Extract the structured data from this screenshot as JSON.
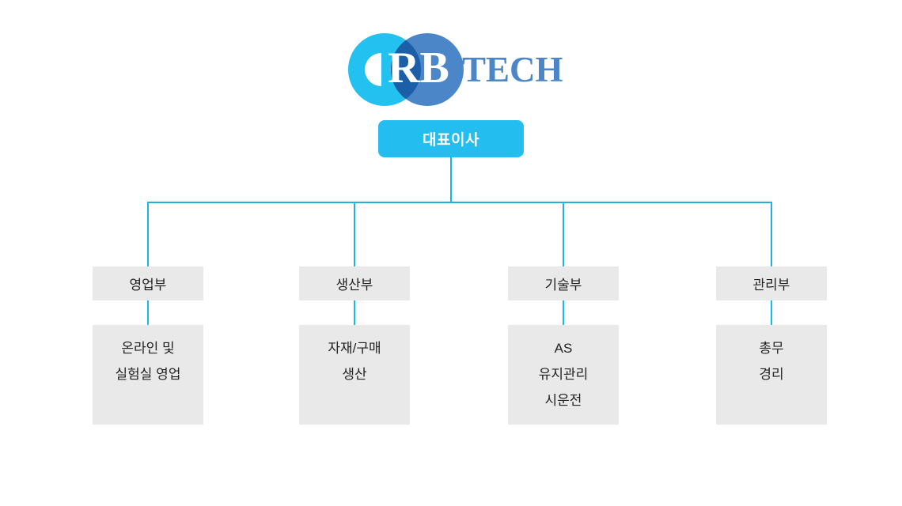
{
  "company": {
    "logo": {
      "mark_name": "rbtech-circles-logo",
      "text_primary": "RB",
      "text_secondary": "TECH",
      "colors": {
        "circle_left": "#22c1ef",
        "circle_right": "#4a86c8",
        "circle_overlap": "#1b5fa8",
        "wordmark_primary": "#ffffff",
        "wordmark_secondary": "#4a86c8"
      }
    }
  },
  "chart_data": {
    "type": "diagram",
    "title": "RBTECH Organization Chart",
    "colors": {
      "connector": "#14b4e6",
      "root_box": "#24bdf0",
      "root_text": "#ffffff",
      "node_box": "#e9e9e9",
      "node_text": "#222222"
    },
    "root": {
      "label": "대표이사"
    },
    "departments": [
      {
        "id": "sales",
        "label": "영업부",
        "items": [
          "온라인 및",
          "실험실 영업"
        ]
      },
      {
        "id": "production",
        "label": "생산부",
        "items": [
          "자재/구매",
          "생산"
        ]
      },
      {
        "id": "technical",
        "label": "기술부",
        "items": [
          "AS",
          "유지관리",
          "시운전"
        ]
      },
      {
        "id": "management",
        "label": "관리부",
        "items": [
          "총무",
          "경리"
        ]
      }
    ]
  }
}
